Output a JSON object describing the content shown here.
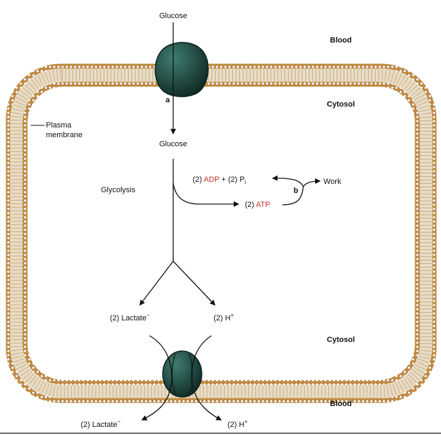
{
  "regions": {
    "blood_top": "Blood",
    "cytosol_top": "Cytosol",
    "cytosol_bottom": "Cytosol",
    "blood_bottom": "Blood"
  },
  "membrane_label": {
    "line1": "Plasma",
    "line2": "membrane"
  },
  "steps": {
    "a": "a",
    "b": "b"
  },
  "molecules": {
    "glucose_outside": "Glucose",
    "glucose_inside": "Glucose",
    "pathway": "Glycolysis",
    "adp_coef": "(2) ",
    "adp": "ADP",
    "pi_text": " + (2) P",
    "pi_sub": "i",
    "atp_coef": "(2) ",
    "atp": "ATP",
    "work": "Work",
    "lactate_in": "(2) Lactate",
    "lactate_in_sup": "−",
    "h_in": "(2) H",
    "h_in_sup": "+",
    "lactate_out": "(2) Lactate",
    "lactate_out_sup": "−",
    "h_out": "(2) H",
    "h_out_sup": "+"
  },
  "colors": {
    "lipid_head": "#c98a35",
    "tail_band": "#e8dcc5",
    "transporter": "#1f4a42",
    "highlight": "#c0392b"
  },
  "icons": [
    "glucose-transporter-icon",
    "lactate-proton-cotransporter-icon"
  ]
}
